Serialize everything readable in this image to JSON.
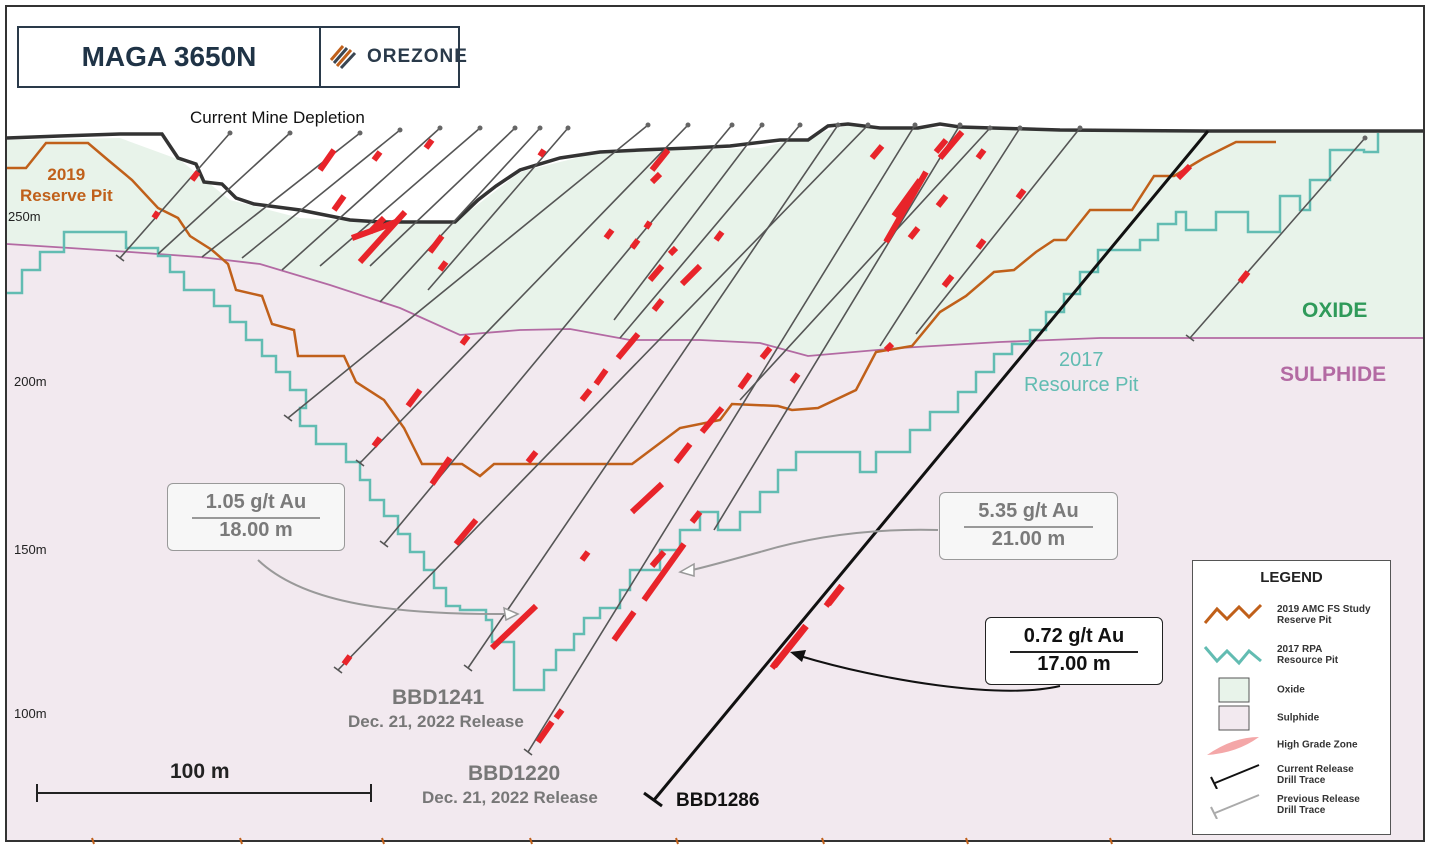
{
  "title": "MAGA 3650N",
  "logo_text": "OREZONE",
  "labels": {
    "depletion": "Current Mine Depletion",
    "reserve_pit": "2019\nReserve Pit",
    "resource_pit": "2017\nResource Pit",
    "oxide": "OXIDE",
    "sulphide": "SULPHIDE"
  },
  "elevations": [
    "250m",
    "200m",
    "150m",
    "100m"
  ],
  "scale_bar": "100 m",
  "holes": [
    {
      "id": "BBD1241",
      "release": "Dec. 21, 2022 Release"
    },
    {
      "id": "BBD1220",
      "release": "Dec. 21, 2022 Release"
    },
    {
      "id": "BBD1286",
      "release": ""
    }
  ],
  "callouts": [
    {
      "grade": "1.05 g/t Au",
      "length": "18.00 m"
    },
    {
      "grade": "5.35 g/t Au",
      "length": "21.00 m"
    },
    {
      "grade": "0.72 g/t Au",
      "length": "17.00 m"
    }
  ],
  "legend": {
    "title": "LEGEND",
    "items": [
      {
        "text": "2019 AMC FS Study\nReserve Pit",
        "icon": "orange-zigzag"
      },
      {
        "text": "2017 RPA\nResource Pit",
        "icon": "teal-zigzag"
      },
      {
        "text": "Oxide",
        "icon": "green-swatch"
      },
      {
        "text": "Sulphide",
        "icon": "pink-swatch"
      },
      {
        "text": "High Grade Zone",
        "icon": "red-lens"
      },
      {
        "text": "Current Release\nDrill Trace",
        "icon": "black-trace"
      },
      {
        "text": "Previous Release\nDrill Trace",
        "icon": "grey-trace"
      }
    ]
  },
  "colors": {
    "oxide": "#e8f3ea",
    "sulphide": "#f2e9ef",
    "reserve_pit": "#c0601a",
    "resource_pit": "#62bcb2",
    "oxide_label": "#2f9a5a",
    "sulphide_label": "#b36aa3",
    "high_grade": "#e8242a"
  }
}
